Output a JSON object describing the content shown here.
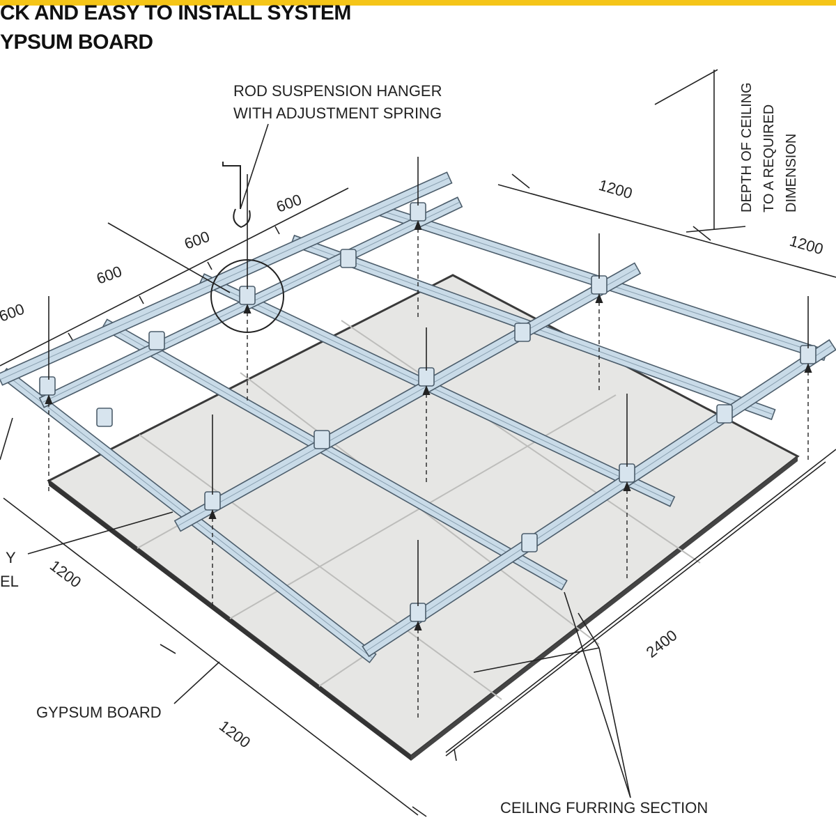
{
  "header": {
    "title_line1": "CK AND EASY TO INSTALL SYSTEM",
    "title_line2": "YPSUM BOARD",
    "bar_color": "#f5c518"
  },
  "labels": {
    "rod_hanger_line1": "ROD SUSPENSION HANGER",
    "rod_hanger_line2": "WITH ADJUSTMENT SPRING",
    "depth_line1": "DEPTH OF CEILING",
    "depth_line2": "TO A REQUIRED",
    "depth_line3": "DIMENSION",
    "gypsum_board": "GYPSUM BOARD",
    "furring_section": "CEILING FURRING SECTION",
    "partial_left_1": "Y",
    "partial_left_2": "EL"
  },
  "dimensions": {
    "d600_a": "600",
    "d600_b": "600",
    "d600_c": "600",
    "d600_partial": "600",
    "d1200_top": "1200",
    "d1200_right_partial": "1200",
    "d1200_left_upper": "1200",
    "d1200_left_lower": "1200",
    "d2400": "2400"
  },
  "colors": {
    "board": "#e6e6e4",
    "board_edge": "#3a3a3a",
    "channel": "#c9dbe8",
    "channel_edge": "#4c5d6b",
    "line": "#222222"
  }
}
